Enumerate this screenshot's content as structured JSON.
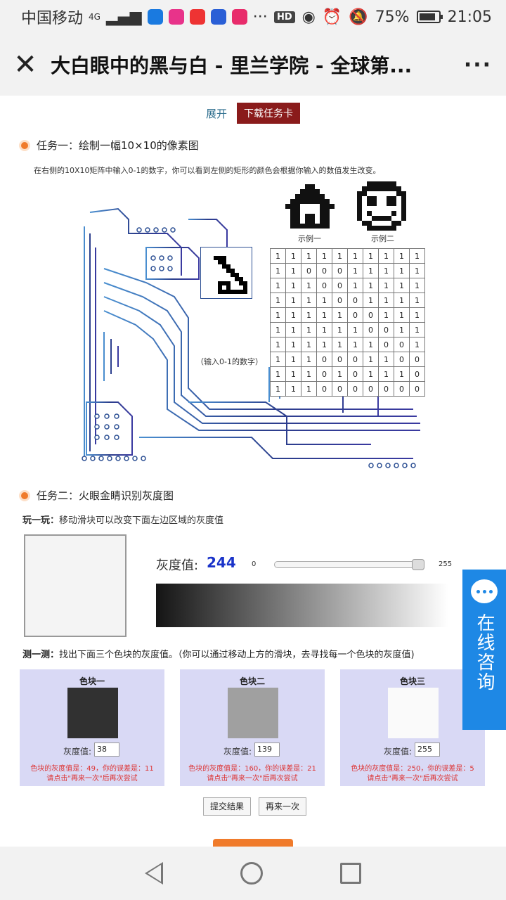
{
  "status": {
    "carrier": "中国移动",
    "network": "4G",
    "apps": [
      "browser-icon",
      "video-icon",
      "weibo-icon",
      "baidu-icon",
      "youku-icon"
    ],
    "more": "···",
    "hd": "HD",
    "battery": "75%",
    "time": "21:05"
  },
  "titlebar": {
    "title": "大白眼中的黑与白 - 里兰学院 - 全球第...",
    "more": "···"
  },
  "top": {
    "expand": "展开",
    "download": "下载任务卡"
  },
  "task1": {
    "heading": "任务一：绘制一幅10×10的像素图",
    "desc": "在右侧的10X10矩阵中输入0-1的数字，你可以看到左侧的矩形的颜色会根据你输入的数值发生改变。",
    "example1": "示例一",
    "example2": "示例二",
    "input_hint": "（输入0-1的数字）",
    "matrix": [
      [
        1,
        1,
        1,
        1,
        1,
        1,
        1,
        1,
        1,
        1
      ],
      [
        1,
        1,
        0,
        0,
        0,
        1,
        1,
        1,
        1,
        1
      ],
      [
        1,
        1,
        1,
        0,
        0,
        1,
        1,
        1,
        1,
        1
      ],
      [
        1,
        1,
        1,
        1,
        0,
        0,
        1,
        1,
        1,
        1
      ],
      [
        1,
        1,
        1,
        1,
        1,
        0,
        0,
        1,
        1,
        1
      ],
      [
        1,
        1,
        1,
        1,
        1,
        1,
        0,
        0,
        1,
        1
      ],
      [
        1,
        1,
        1,
        1,
        1,
        1,
        1,
        0,
        0,
        1
      ],
      [
        1,
        1,
        1,
        0,
        0,
        0,
        1,
        1,
        0,
        0
      ],
      [
        1,
        1,
        1,
        0,
        1,
        0,
        1,
        1,
        1,
        0
      ],
      [
        1,
        1,
        1,
        0,
        0,
        0,
        0,
        0,
        0,
        0
      ]
    ]
  },
  "task2": {
    "heading": "任务二：火眼金睛识别灰度图",
    "play": "玩一玩：",
    "play_desc": "移动滑块可以改变下面左边区域的灰度值",
    "gray_label": "灰度值:",
    "gray_value": "244",
    "gray_level": 244,
    "slider_min": "0",
    "slider_max": "255",
    "test": "测一测：",
    "test_desc": "找出下面三个色块的灰度值。（你可以通过移动上方的滑块，去寻找每一个色块的灰度值)",
    "cards": [
      {
        "name": "色块一",
        "label": "灰度值:",
        "input": "38",
        "color": "#313131",
        "msg1": "色块的灰度值是：49，你的误差是：11",
        "msg2": "请点击\"再来一次\"后再次尝试"
      },
      {
        "name": "色块二",
        "label": "灰度值:",
        "input": "139",
        "color": "#a0a0a0",
        "msg1": "色块的灰度值是：160，你的误差是：21",
        "msg2": "请点击\"再来一次\"后再次尝试"
      },
      {
        "name": "色块三",
        "label": "灰度值:",
        "input": "255",
        "color": "#fafafa",
        "msg1": "色块的灰度值是：250，你的误差是：5",
        "msg2": "请点击\"再来一次\"后再次尝试"
      }
    ],
    "submit": "提交结果",
    "retry": "再来一次"
  },
  "side": {
    "text": "在线咨询"
  },
  "colors": {
    "accent": "#f07b2b",
    "download": "#8a1b1b",
    "consult": "#1e88e5",
    "circuit": "#2c4f93",
    "card_bg": "#d9d9f5"
  }
}
